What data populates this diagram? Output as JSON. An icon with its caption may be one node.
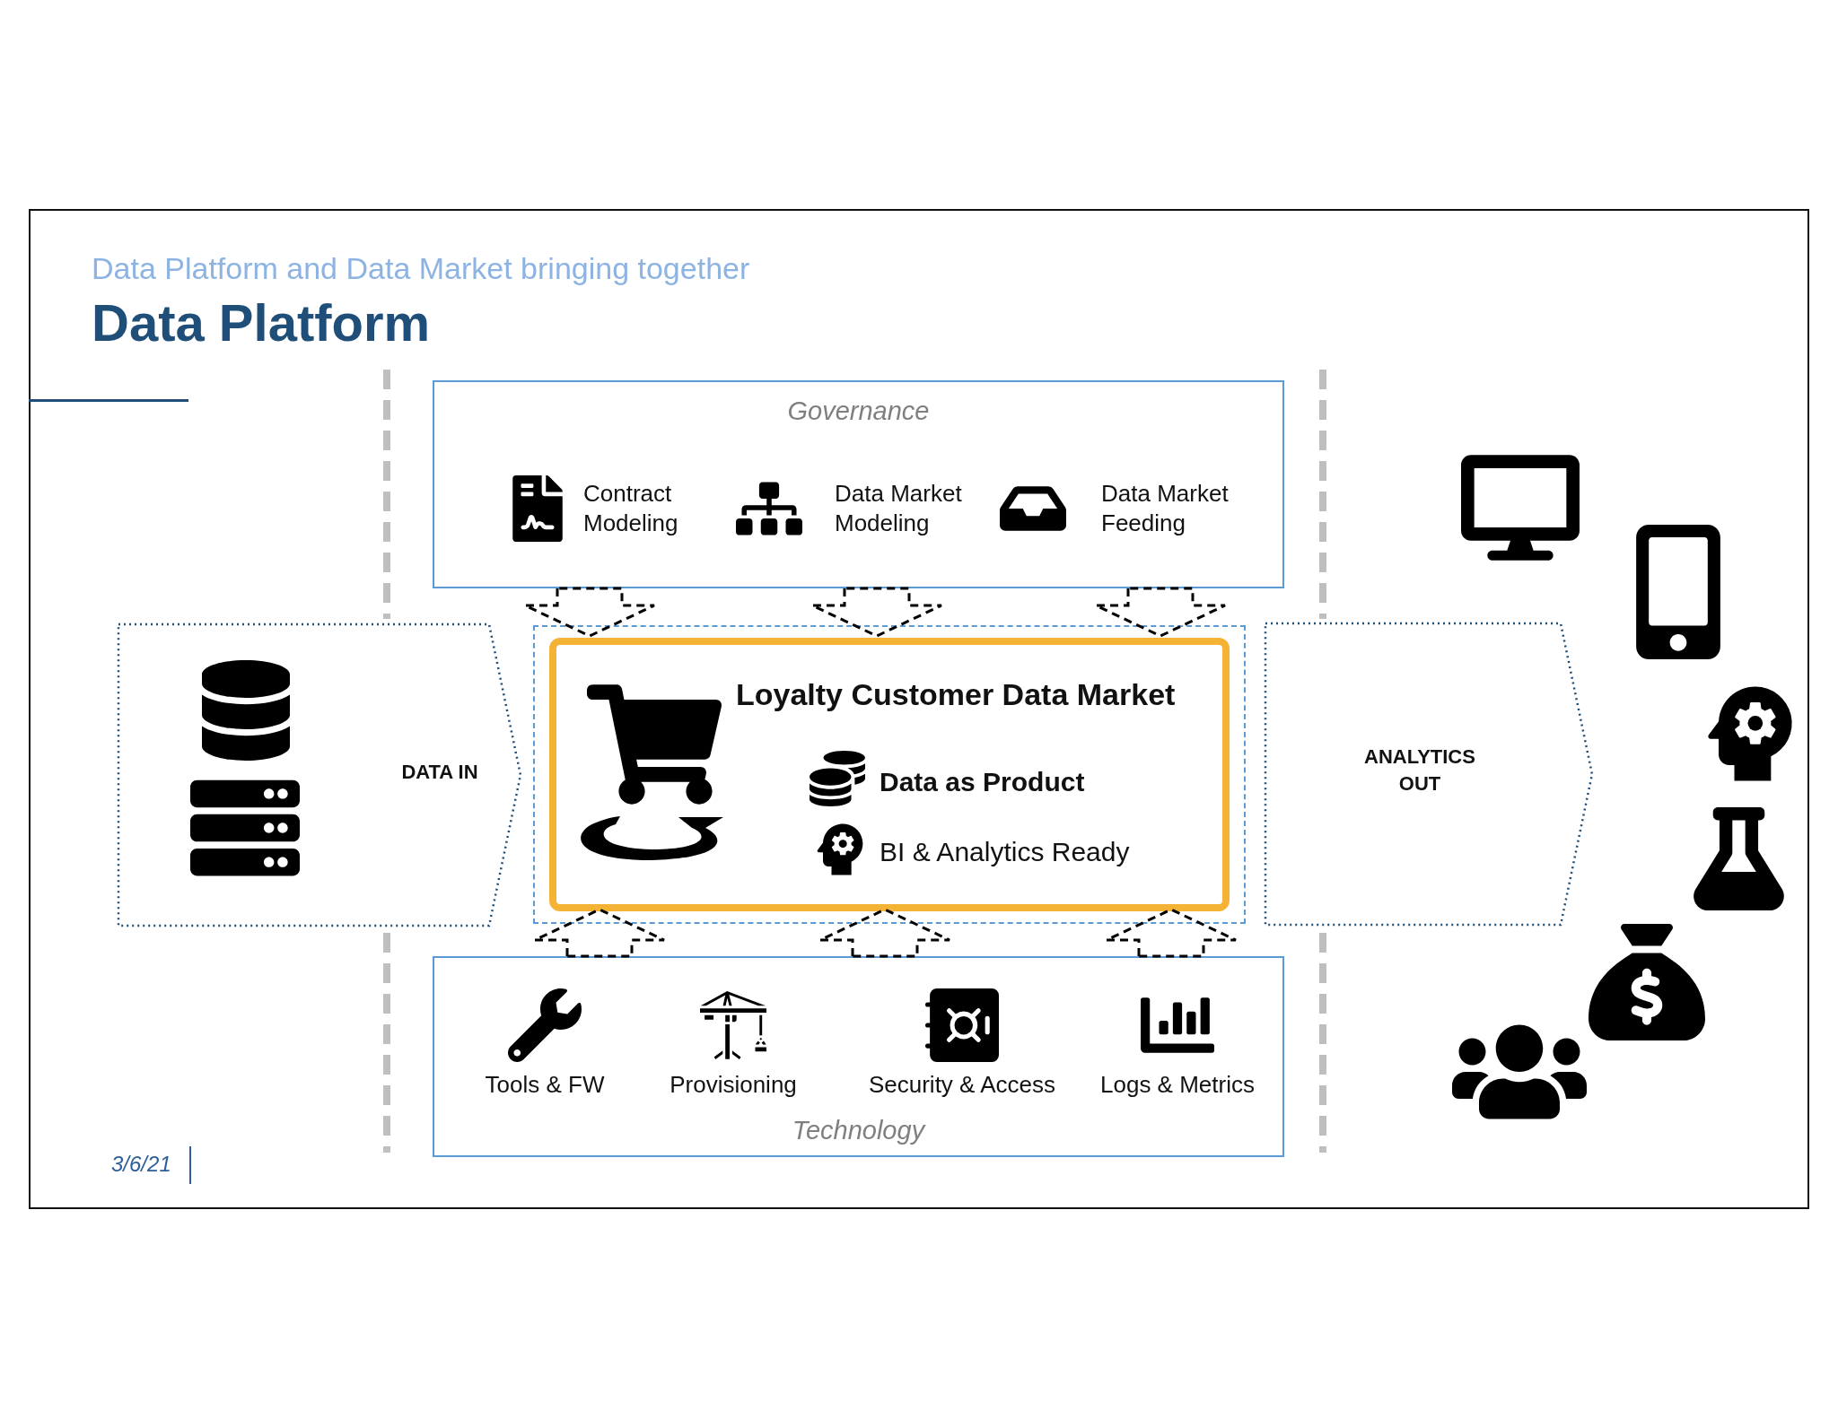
{
  "diagram": {
    "title": "Data Platform",
    "nodes": [
      {
        "text": [
          "Governance"
        ]
      },
      {
        "text": [
          "Contract Modeling"
        ],
        "in": 0
      },
      {
        "text": [
          "Data Market Modeling"
        ],
        "in": 0
      },
      {
        "text": [
          "Data Market Feeding"
        ],
        "in": 0
      },
      {
        "text": [],
        "shape": "box"
      },
      {
        "text": [
          "Loyalty Customer Data Market",
          "Data as Product",
          "BI & Analytics Ready"
        ],
        "in": 4
      },
      {
        "text": [
          "DATA IN"
        ]
      },
      {
        "text": [
          "ANALYTICS OUT"
        ]
      },
      {
        "text": [
          "Technology"
        ]
      },
      {
        "text": [
          "Tools & FW"
        ],
        "in": 8
      },
      {
        "text": [
          "Provisioning"
        ],
        "in": 8
      },
      {
        "text": [
          "Security & Access"
        ],
        "in": 8
      },
      {
        "text": [
          "Logs & Metrics"
        ],
        "in": 8
      }
    ],
    "edges": [
      {
        "from": 0,
        "to": 5,
        "arrow": "to",
        "style": "dashed"
      },
      {
        "from": 0,
        "to": 5,
        "arrow": "to",
        "style": "dashed"
      },
      {
        "from": 0,
        "to": 5,
        "arrow": "to",
        "style": "dashed"
      },
      {
        "from": 8,
        "to": 5,
        "arrow": "to",
        "style": "dashed"
      },
      {
        "from": 8,
        "to": 5,
        "arrow": "to",
        "style": "dashed"
      },
      {
        "from": 8,
        "to": 5,
        "arrow": "to",
        "style": "dashed"
      }
    ],
    "labels": [
      "Data Platform and Data Market bringing together",
      "3/6/21"
    ]
  }
}
